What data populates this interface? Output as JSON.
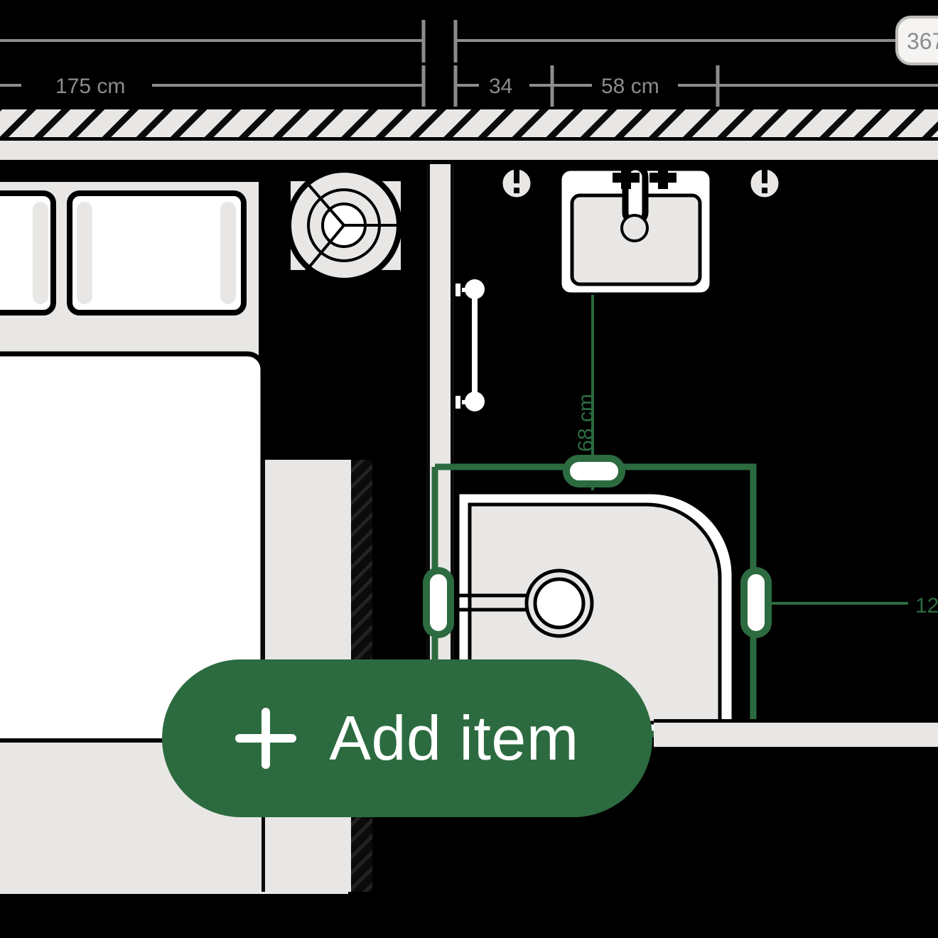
{
  "app": {
    "background_color": "#000000",
    "accent_color": "#2c6b3f",
    "dimension_color": "#8c8c8c",
    "wall_fill": "#e8e7e5",
    "furniture_fill": "#e8e7e5",
    "furniture_stroke": "#000000"
  },
  "dimensions": {
    "top_chain": [
      {
        "label": "175 cm",
        "value": 175,
        "unit": "cm"
      },
      {
        "label": "34",
        "value": 34,
        "unit": "cm"
      },
      {
        "label": "58 cm",
        "value": 58,
        "unit": "cm"
      }
    ],
    "overall_badge": {
      "label": "367",
      "value": 367,
      "clipped": true
    },
    "selected_vertical": {
      "label": "68 cm",
      "value": 68,
      "unit": "cm",
      "orientation": "vertical"
    },
    "selected_horizontal": {
      "label": "12",
      "value": 12,
      "clipped": true
    }
  },
  "toolbar": {
    "add_item_label": "Add item",
    "add_item_icon": "plus-icon"
  },
  "selection": {
    "object": "shower-enclosure",
    "handles": [
      "top",
      "left",
      "right"
    ]
  },
  "objects": [
    {
      "name": "bed",
      "type": "double-bed"
    },
    {
      "name": "pillow-left",
      "type": "pillow"
    },
    {
      "name": "pillow-right",
      "type": "pillow"
    },
    {
      "name": "ceiling-fan",
      "type": "ceiling-fan-light"
    },
    {
      "name": "washbasin",
      "type": "sink"
    },
    {
      "name": "wall-sconce-left",
      "type": "wall-light"
    },
    {
      "name": "wall-sconce-right",
      "type": "wall-light"
    },
    {
      "name": "radiator",
      "type": "towel-rail"
    },
    {
      "name": "shower-enclosure",
      "type": "quadrant-shower"
    },
    {
      "name": "shower-drain",
      "type": "drain"
    },
    {
      "name": "wardrobe",
      "type": "cabinet"
    },
    {
      "name": "rug",
      "type": "floor-area"
    }
  ]
}
